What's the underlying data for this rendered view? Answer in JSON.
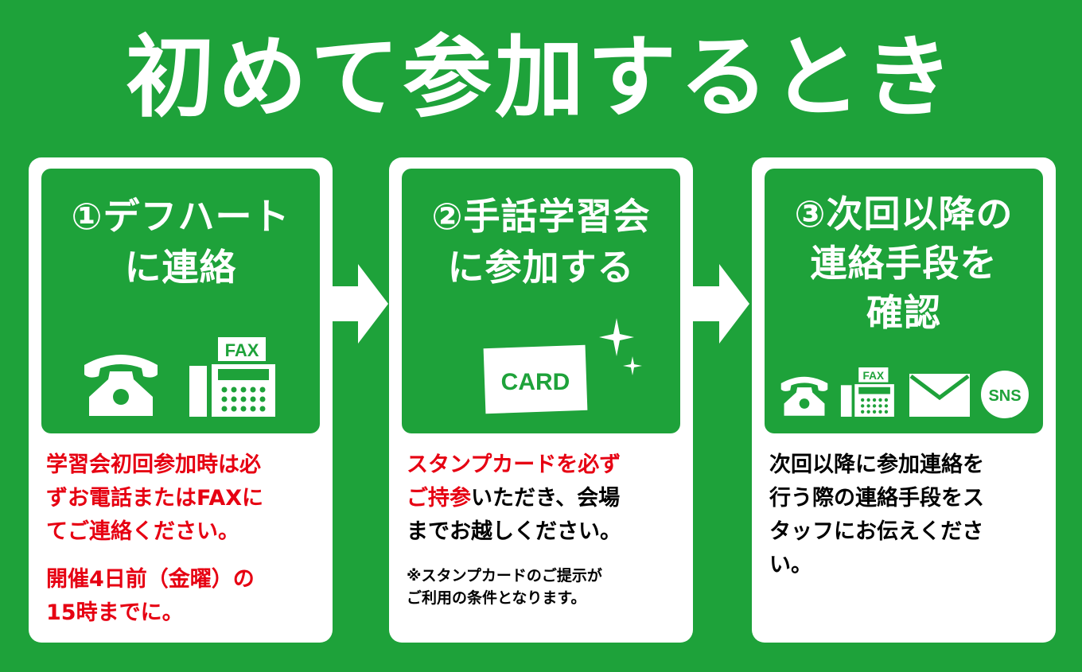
{
  "page": {
    "title": "初めて参加するとき"
  },
  "steps": [
    {
      "title_line1": "①デフハート",
      "title_line2": "に連絡",
      "icons": [
        "telephone-icon",
        "fax-icon"
      ],
      "fax_label": "FAX",
      "red_lines": [
        "学習会初回参加時は必",
        "ずお電話またはFAXに",
        "てご連絡ください。"
      ],
      "red_lines2": [
        "開催4日前（金曜）の",
        "15時までに。"
      ]
    },
    {
      "title_line1": "②手話学習会",
      "title_line2": "に参加する",
      "icons": [
        "stamp-card-icon",
        "sparkle-icon"
      ],
      "card_label": "CARD",
      "red_line1": "スタンプカードを必ず",
      "red_line2_red": "ご持参",
      "line2_rest": "いただき、会場",
      "line3": "までお越しください。",
      "note_line1": "※スタンプカードのご提示が",
      "note_line2": "ご利用の条件となります。"
    },
    {
      "title_line1": "③次回以降の",
      "title_line2": "連絡手段を",
      "title_line3": "確認",
      "icons": [
        "telephone-icon",
        "fax-icon",
        "envelope-icon",
        "sns-icon"
      ],
      "fax_label": "FAX",
      "sns_label": "SNS",
      "lines": [
        "次回以降に参加連絡を",
        "行う際の連絡手段をス",
        "タッフにお伝えくださ",
        "い。"
      ]
    }
  ],
  "colors": {
    "green": "#1ea23a",
    "white": "#ffffff",
    "red": "#e60012"
  }
}
